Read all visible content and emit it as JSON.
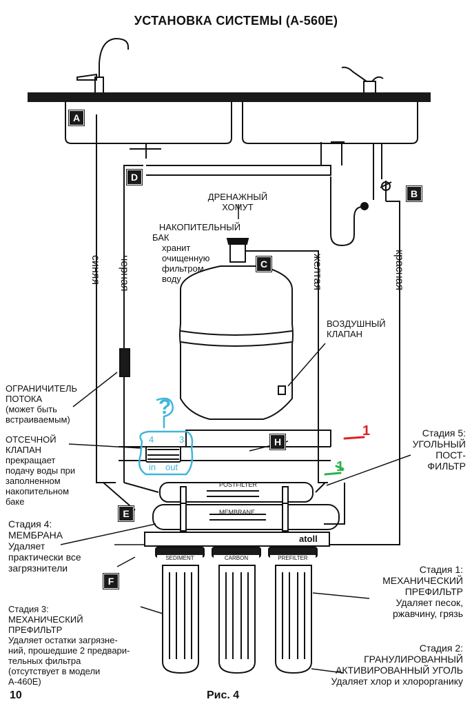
{
  "title": "УСТАНОВКА СИСТЕМЫ (А-560Е)",
  "labels": {
    "a": "A",
    "b": "B",
    "c": "C",
    "d": "D",
    "e": "E",
    "f": "F",
    "h": "H"
  },
  "tubes": {
    "blue": "синяя",
    "black": "черная",
    "yellow": "желтая",
    "red": "красная"
  },
  "drain_clamp": [
    "ДРЕНАЖНЫЙ",
    "ХОМУТ"
  ],
  "tank": {
    "title": "НАКОПИТЕЛЬНЫЙ",
    "title2": "БАК",
    "line1": "хранит",
    "line2": "очищенную",
    "line3": "фильтром",
    "line4": "воду"
  },
  "air_valve": [
    "ВОЗДУШНЫЙ",
    "КЛАПАН"
  ],
  "flow_restrictor": [
    "ОГРАНИЧИТЕЛЬ",
    "ПОТОКА",
    "(может быть",
    "встраиваемым)"
  ],
  "shutoff_valve": [
    "ОТСЕЧНОЙ",
    "КЛАПАН",
    "прекращает",
    "подачу воды при",
    "заполненном",
    "накопительном",
    "баке"
  ],
  "stage5": [
    "Стадия 5:",
    "УГОЛЬНЫЙ",
    "ПОСТ-",
    "ФИЛЬТР"
  ],
  "stage4": [
    "Стадия 4:",
    "МЕМБРАНА",
    "Удаляет",
    "практически все",
    "загрязнители"
  ],
  "stage1": [
    "Стадия 1:",
    "МЕХАНИЧЕСКИЙ",
    "ПРЕФИЛЬТР",
    "Удаляет песок,",
    "ржавчину, грязь"
  ],
  "stage3": [
    "Стадия 3:",
    "МЕХАНИЧЕСКИЙ",
    "ПРЕФИЛЬТР",
    "Удаляет остатки загрязне-",
    "ний, прошедшие 2 предвари-",
    "тельных фильтра",
    "(отсутствует в модели",
    "А-460Е)"
  ],
  "stage2": [
    "Стадия 2:",
    "ГРАНУЛИРОВАННЫЙ",
    "АКТИВИРОВАННЫЙ УГОЛЬ",
    "Удаляет хлор и хлорорганику"
  ],
  "housing_labels": {
    "postfilter": "POSTFILTER",
    "membrane": "MEMBRANE",
    "sediment": "SEDIMENT",
    "carbon": "CARBON",
    "prefilter": "PREFILTER",
    "brand": "atoll"
  },
  "valve_marks": {
    "port4": "4",
    "port3": "3",
    "in": "in",
    "out": "out",
    "question": "?"
  },
  "annotations": {
    "red_mark": "1",
    "green_mark": "1"
  },
  "footer": {
    "page": "10",
    "caption": "Рис. 4"
  },
  "colors": {
    "annotation_blue": "#3fb6d8",
    "annotation_red": "#e02020",
    "annotation_green": "#2bb24c"
  }
}
